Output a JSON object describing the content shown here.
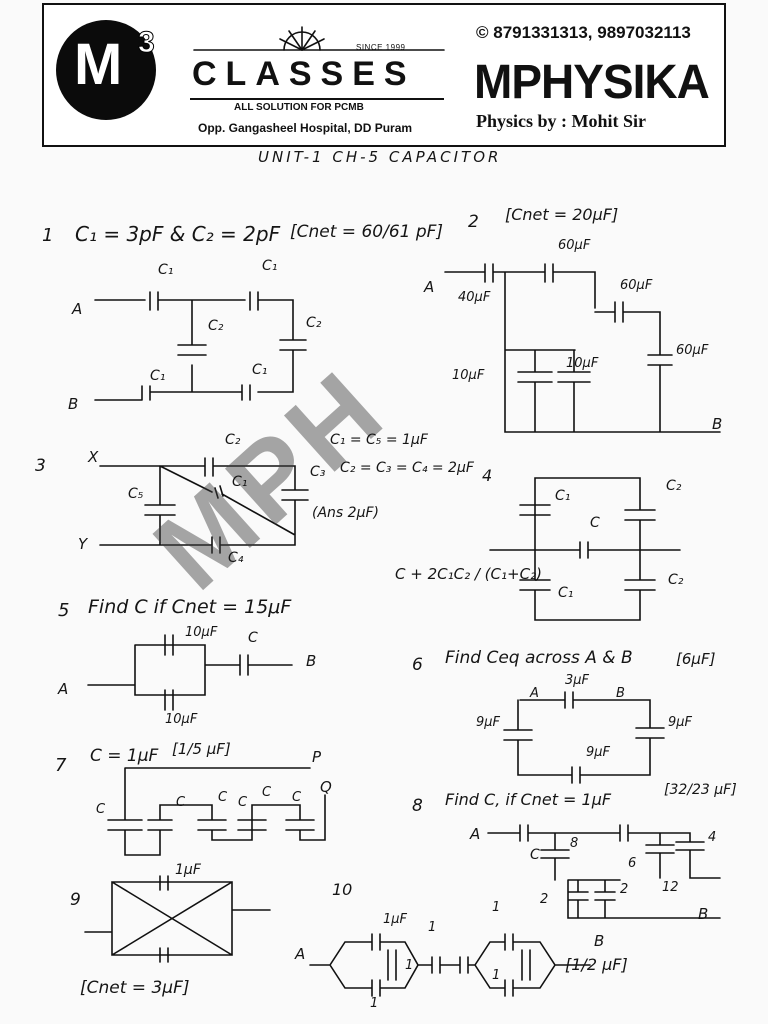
{
  "header": {
    "logo_text": "M",
    "logo_superscript": "3",
    "since": "SINCE 1999",
    "classes": "CLASSES",
    "tagline": "ALL SOLUTION FOR PCMB",
    "address": "Opp. Gangasheel Hospital, DD Puram",
    "phone": "© 8791331313, 9897032113",
    "brand": "MPHYSIKA",
    "byline": "Physics by : Mohit Sir"
  },
  "unit_title": "UNIT-1 CH-5 CAPACITOR",
  "watermark": "MPH",
  "q1": {
    "num": "1",
    "text": "C₁ = 3pF & C₂ = 2pF",
    "answer": "[Cnet = 60/61 pF]",
    "labels": [
      "A",
      "B",
      "C₁",
      "C₁",
      "C₂",
      "C₂",
      "C₁",
      "C₁"
    ]
  },
  "q2": {
    "num": "2",
    "answer": "[Cnet = 20μF]",
    "labels": [
      "A",
      "B",
      "40μF",
      "60μF",
      "60μF",
      "60μF",
      "10μF",
      "10μF"
    ]
  },
  "q3": {
    "num": "3",
    "given1": "C₁ = C₅ = 1μF",
    "given2": "C₂ = C₃ = C₄ = 2μF",
    "answer": "(Ans 2μF)",
    "labels": [
      "X",
      "Y",
      "C₂",
      "C₁",
      "C₃",
      "C₅",
      "C₄"
    ]
  },
  "q4": {
    "num": "4",
    "answer": "C + 2C₁C₂ / (C₁+C₂)",
    "labels": [
      "C₁",
      "C₂",
      "C",
      "C₁",
      "C₂"
    ]
  },
  "q5": {
    "num": "5",
    "text": "Find C if Cnet = 15μF",
    "labels": [
      "A",
      "B",
      "10μF",
      "10μF",
      "C"
    ]
  },
  "q6": {
    "num": "6",
    "text": "Find Ceq across A & B",
    "answer": "[6μF]",
    "labels": [
      "A",
      "B",
      "3μF",
      "9μF",
      "9μF",
      "9μF"
    ]
  },
  "q7": {
    "num": "7",
    "text": "C = 1μF",
    "answer": "[1/5 μF]",
    "labels": [
      "P",
      "Q",
      "C",
      "C",
      "C",
      "C",
      "C",
      "C"
    ]
  },
  "q8": {
    "num": "8",
    "text": "Find C, if Cnet = 1μF",
    "answer": "[32/23 μF]",
    "labels": [
      "A",
      "B",
      "C",
      "8",
      "6",
      "4",
      "2",
      "2",
      "12"
    ]
  },
  "q9": {
    "num": "9",
    "answer": "[Cnet = 3μF]",
    "labels": [
      "1μF"
    ]
  },
  "q10": {
    "num": "10",
    "answer": "[1/2 μF]",
    "labels": [
      "A",
      "B",
      "1μF",
      "1",
      "1",
      "1",
      "1",
      "1"
    ]
  }
}
